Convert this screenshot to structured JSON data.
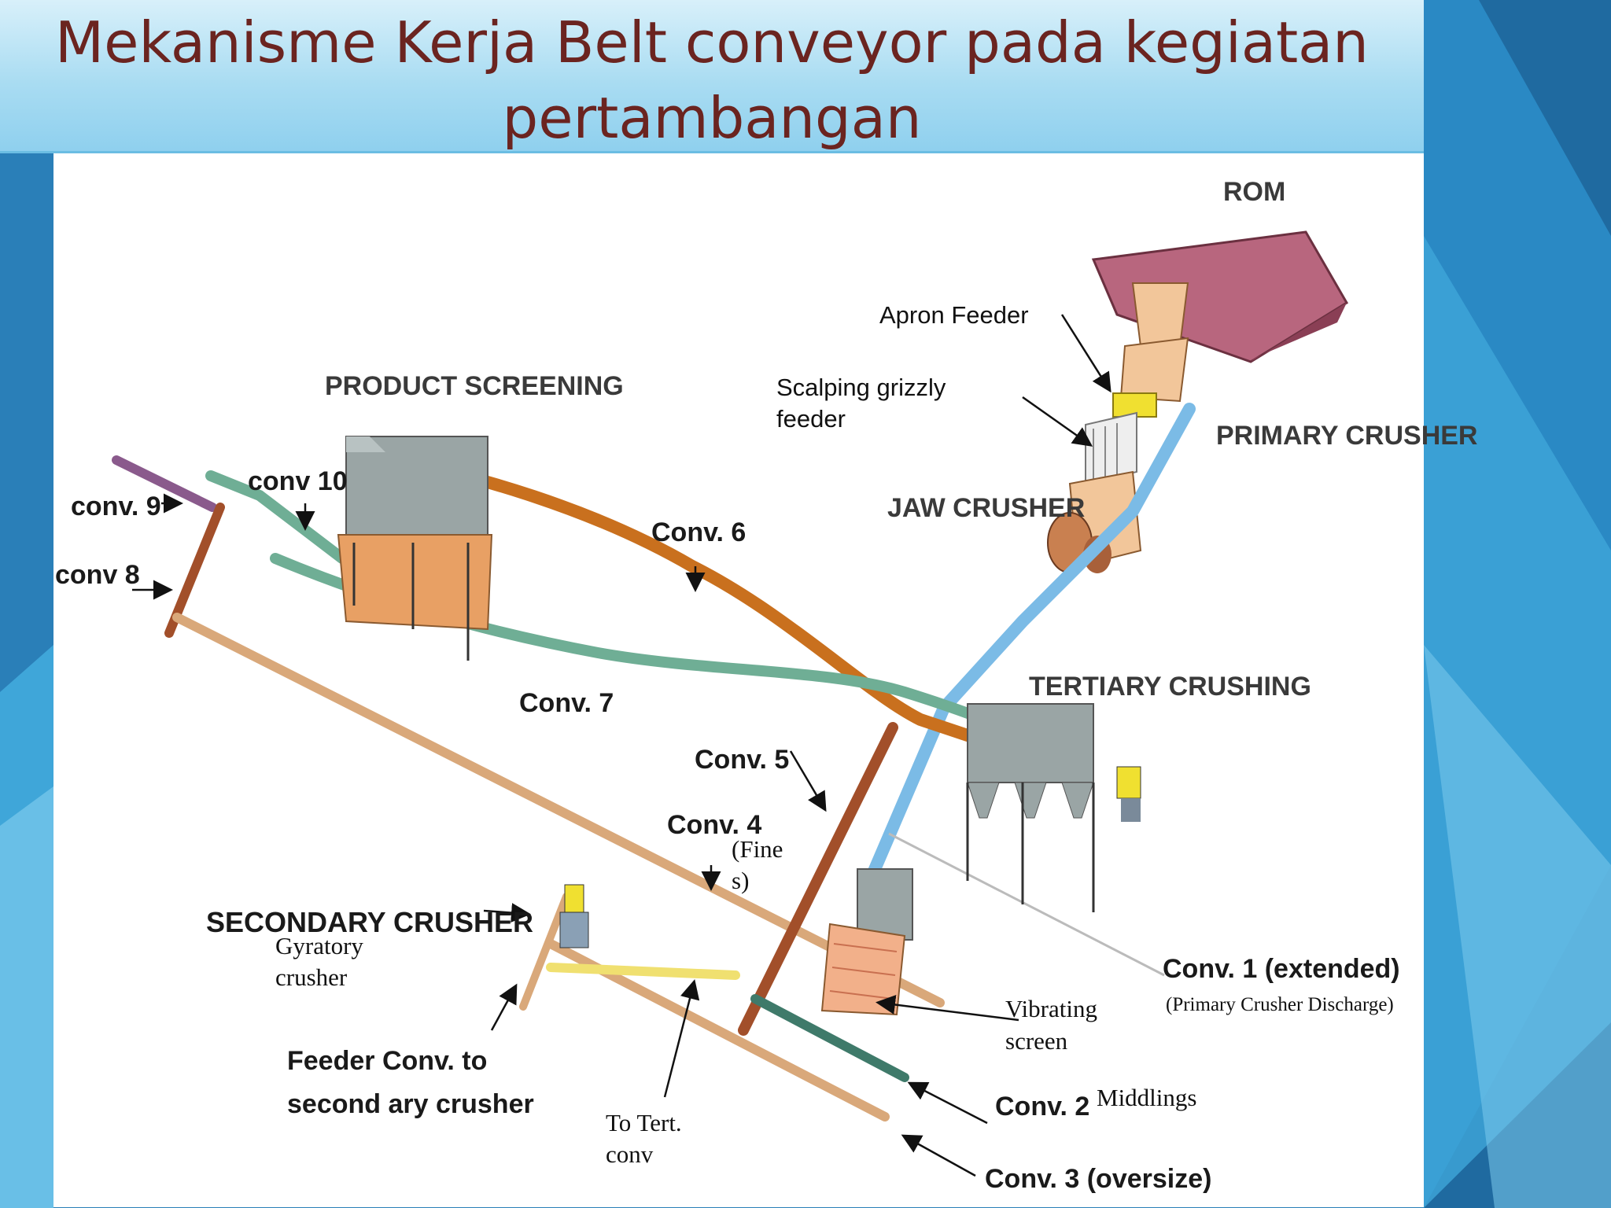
{
  "slide": {
    "title_line1": "Mekanisme Kerja Belt conveyor pada kegiatan",
    "title_line2": "pertambangan"
  },
  "colors": {
    "title_text": "#6b2420",
    "title_band": "#a9dcf2",
    "background_blue": "#2a7fb8",
    "conv_primary_blue": "#7bbbe6",
    "conv_orange": "#c9701e",
    "conv_green": "#6fae95",
    "conv_tan": "#d9a87a",
    "conv_brown": "#a24f2a",
    "conv_purple": "#8a5a8c",
    "rom_stockpile": "#b8667e"
  },
  "diagram": {
    "rom": "ROM",
    "apron_feeder": "Apron Feeder",
    "scalping_line1": "Scalping grizzly",
    "scalping_line2": "feeder",
    "primary_crusher": "PRIMARY CRUSHER",
    "jaw_crusher": "JAW CRUSHER",
    "product_screening": "PRODUCT SCREENING",
    "tertiary_crushing": "TERTIARY CRUSHING",
    "conv9": "conv. 9",
    "conv10": "conv 10",
    "conv8": "conv 8",
    "conv6": "Conv. 6",
    "conv7": "Conv. 7",
    "conv5": "Conv. 5",
    "conv4": "Conv. 4",
    "fines_line1": "(Fine",
    "fines_line2": "s)",
    "secondary_crusher": "SECONDARY CRUSHER",
    "gyratory_line1": "Gyratory",
    "gyratory_line2": "crusher",
    "conv1": "Conv. 1 (extended)",
    "conv1_sub": "(Primary Crusher Discharge)",
    "vibrating_line1": "Vibrating",
    "vibrating_line2": "screen",
    "feeder_line1": "Feeder Conv. to",
    "feeder_line2": "second ary crusher",
    "to_tert_line1": "To Tert.",
    "to_tert_line2": "conv",
    "conv2": "Conv. 2",
    "middlings": "Middlings",
    "conv3": "Conv. 3 (oversize)"
  }
}
